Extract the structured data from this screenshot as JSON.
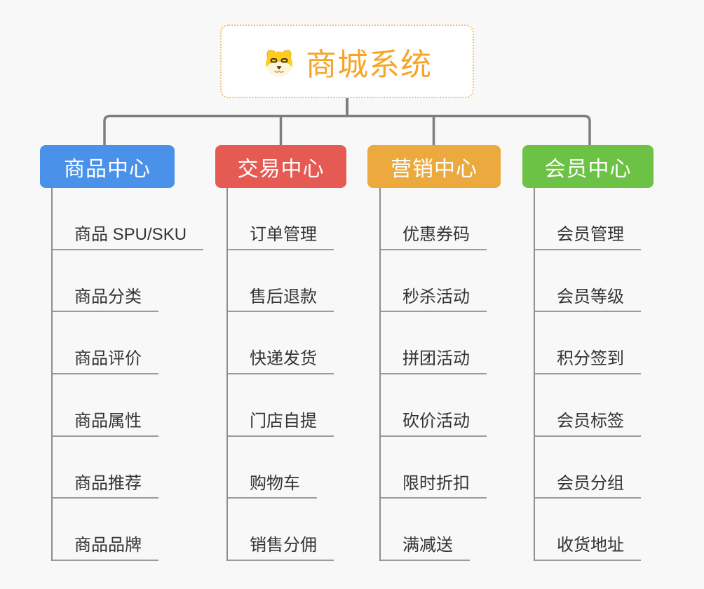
{
  "canvas": {
    "background": "#f8f8f8"
  },
  "root": {
    "title": "商城系统",
    "icon": "dog-face-icon",
    "title_color": "#f5a62a",
    "border_color": "#f0bd6a"
  },
  "connector_color": "#7e7e7e",
  "leaf_underline_color": "#9b9b9b",
  "branches": [
    {
      "label": "商品中心",
      "color": "#4a91ea",
      "children": [
        "商品 SPU/SKU",
        "商品分类",
        "商品评价",
        "商品属性",
        "商品推荐",
        "商品品牌"
      ]
    },
    {
      "label": "交易中心",
      "color": "#e65a54",
      "children": [
        "订单管理",
        "售后退款",
        "快递发货",
        "门店自提",
        "购物车",
        "销售分佣"
      ]
    },
    {
      "label": "营销中心",
      "color": "#ecaa3e",
      "children": [
        "优惠券码",
        "秒杀活动",
        "拼团活动",
        "砍价活动",
        "限时折扣",
        "满减送"
      ]
    },
    {
      "label": "会员中心",
      "color": "#6cc244",
      "children": [
        "会员管理",
        "会员等级",
        "积分签到",
        "会员标签",
        "会员分组",
        "收货地址"
      ]
    }
  ]
}
